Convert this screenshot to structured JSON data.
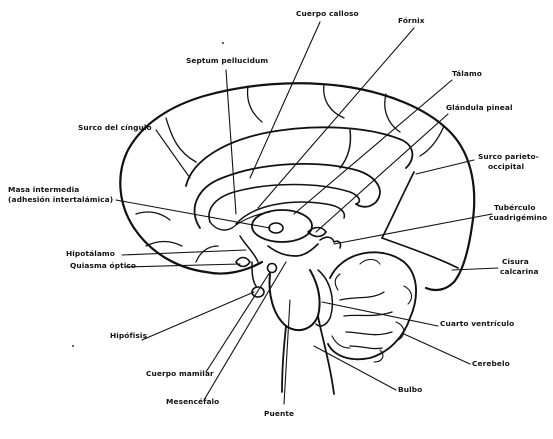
{
  "labels": {
    "cuerpo_calloso": "Cuerpo calloso",
    "fornix": "Fórnix",
    "septum": "Septum pellucidum",
    "talamo": "Tálamo",
    "glandula_pineal": "Glándula pineal",
    "surco_cingulo": "Surco del cíngulo",
    "surco_parieto_1": "Surco parieto-",
    "surco_parieto_2": "occipital",
    "masa_1": "Masa intermedia",
    "masa_2": "(adhesión intertalámica)",
    "tuberculo_1": "Tubérculo",
    "tuberculo_2": "cuadrigémino",
    "hipotalamo": "Hipotálamo",
    "cisura_1": "Cisura",
    "cisura_2": "calcarina",
    "quiasma": "Quiasma óptico",
    "hipofisis": "Hipófisis",
    "cuarto_ventriculo": "Cuarto ventrículo",
    "cerebelo": "Cerebelo",
    "cuerpo_mamilar": "Cuerpo mamilar",
    "mesencefalo": "Mesencéfalo",
    "bulbo": "Bulbo",
    "puente": "Puente"
  }
}
